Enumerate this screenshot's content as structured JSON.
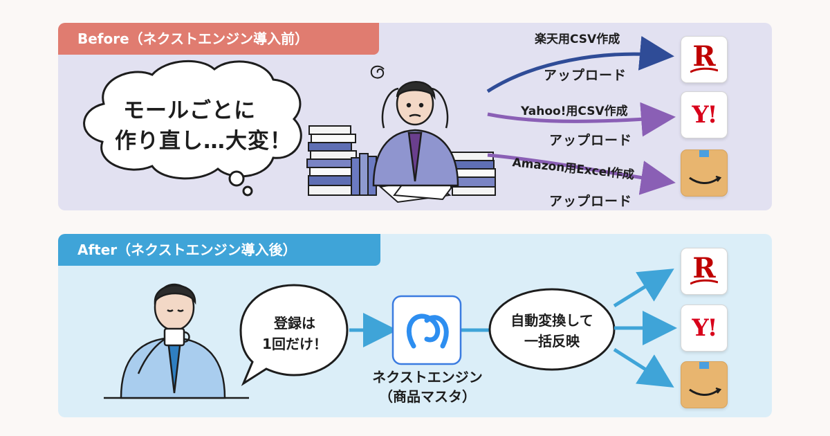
{
  "before": {
    "header": "Before（ネクストエンジン導入前）",
    "bubble_line1": "モールごとに",
    "bubble_line2": "作り直し…大変！",
    "routes": [
      {
        "label": "楽天用CSV作成",
        "action": "アップロード",
        "logo": "rakuten-logo"
      },
      {
        "label": "Yahoo!用CSV作成",
        "action": "アップロード",
        "logo": "yahoo-logo"
      },
      {
        "label": "Amazon用Excel作成",
        "action": "アップロード",
        "logo": "amazon-logo"
      }
    ]
  },
  "after": {
    "header": "After（ネクストエンジン導入後）",
    "bubble_line1": "登録は",
    "bubble_line2": "1回だけ！",
    "center_label_line1": "ネクストエンジン",
    "center_label_line2": "（商品マスタ）",
    "result_line1": "自動変換して",
    "result_line2": "一括反映"
  },
  "logos": {
    "rakuten": "R",
    "yahoo": "Y!"
  },
  "colors": {
    "before_bg": "#e2e1f1",
    "after_bg": "#dbeef8",
    "before_header": "#e07c70",
    "after_header": "#3fa4d8",
    "arrow_blue": "#2f4c97",
    "arrow_purple": "#8a5fb5",
    "arrow_sky": "#3fa4d8",
    "rakuten_red": "#bf0000",
    "yahoo_red": "#d8001a",
    "amazon_box": "#e8b56f"
  }
}
